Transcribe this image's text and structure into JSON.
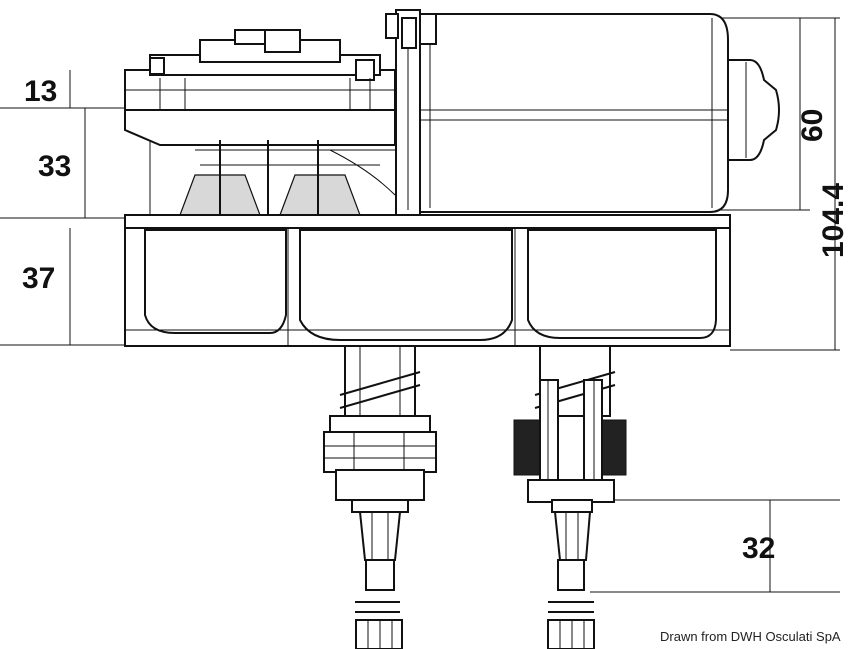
{
  "dimensions": {
    "d13": "13",
    "d33": "33",
    "d37": "37",
    "d60": "60",
    "d104": "104.4",
    "d32": "32"
  },
  "credit": "Drawn from DWH Osculati SpA",
  "colors": {
    "ink": "#111111",
    "background": "#ffffff"
  }
}
